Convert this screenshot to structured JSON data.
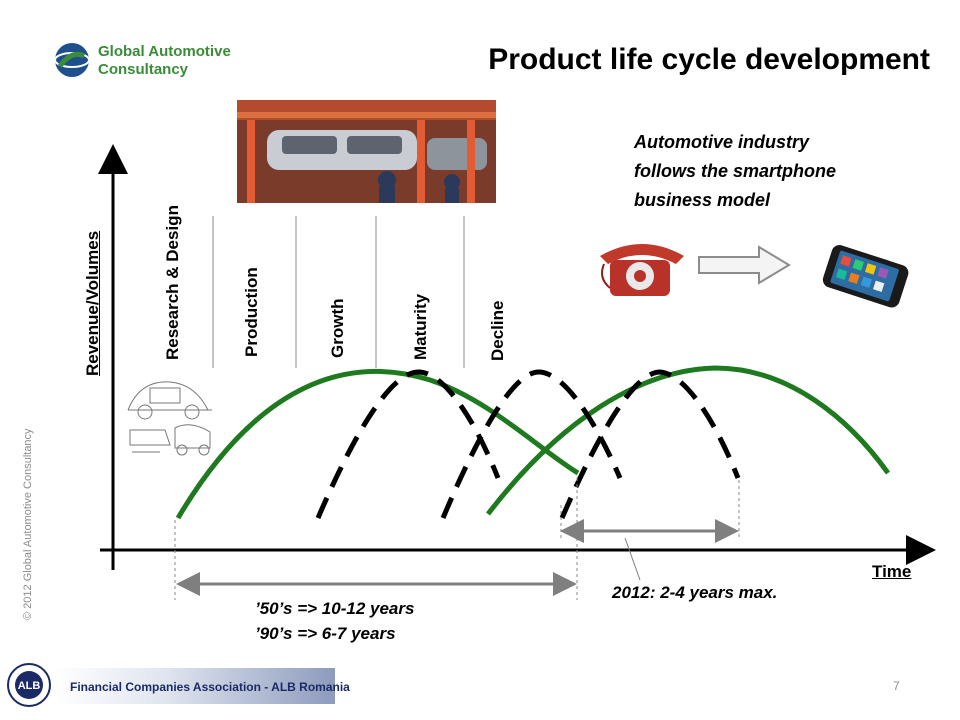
{
  "logo": {
    "name_line1": "Global Automotive",
    "name_line2": "Consultancy"
  },
  "title": "Product life cycle development",
  "annotation": {
    "line1": "Automotive industry",
    "line2": "follows the smartphone",
    "line3": "business model"
  },
  "copyright": "© 2012 Global Automotive Consultancy",
  "axes": {
    "y_label": "Revenue/Volumes",
    "x_label": "Time"
  },
  "stages": [
    "Research & Design",
    "Production",
    "Growth",
    "Maturity",
    "Decline"
  ],
  "notes": {
    "modern": "2012: 2-4 years max.",
    "era_50s": "’50’s => 10-12 years",
    "era_90s": "’90’s => 6-7 years"
  },
  "footer": {
    "association": "Financial Companies Association - ALB Romania",
    "badge_text": "ALB"
  },
  "page_number": "7",
  "colors": {
    "long_cycle": "#1f7a1f",
    "short_cycle": "#000000",
    "logo_green": "#3a8c3a",
    "logo_blue": "#1f4f8c",
    "phone_red": "#c0392b"
  },
  "icons": [
    "company-logo-icon",
    "factory-photo",
    "car-sketch-image",
    "rotary-phone-icon",
    "arrow-right-icon",
    "smartphone-icon",
    "alb-badge-icon"
  ]
}
